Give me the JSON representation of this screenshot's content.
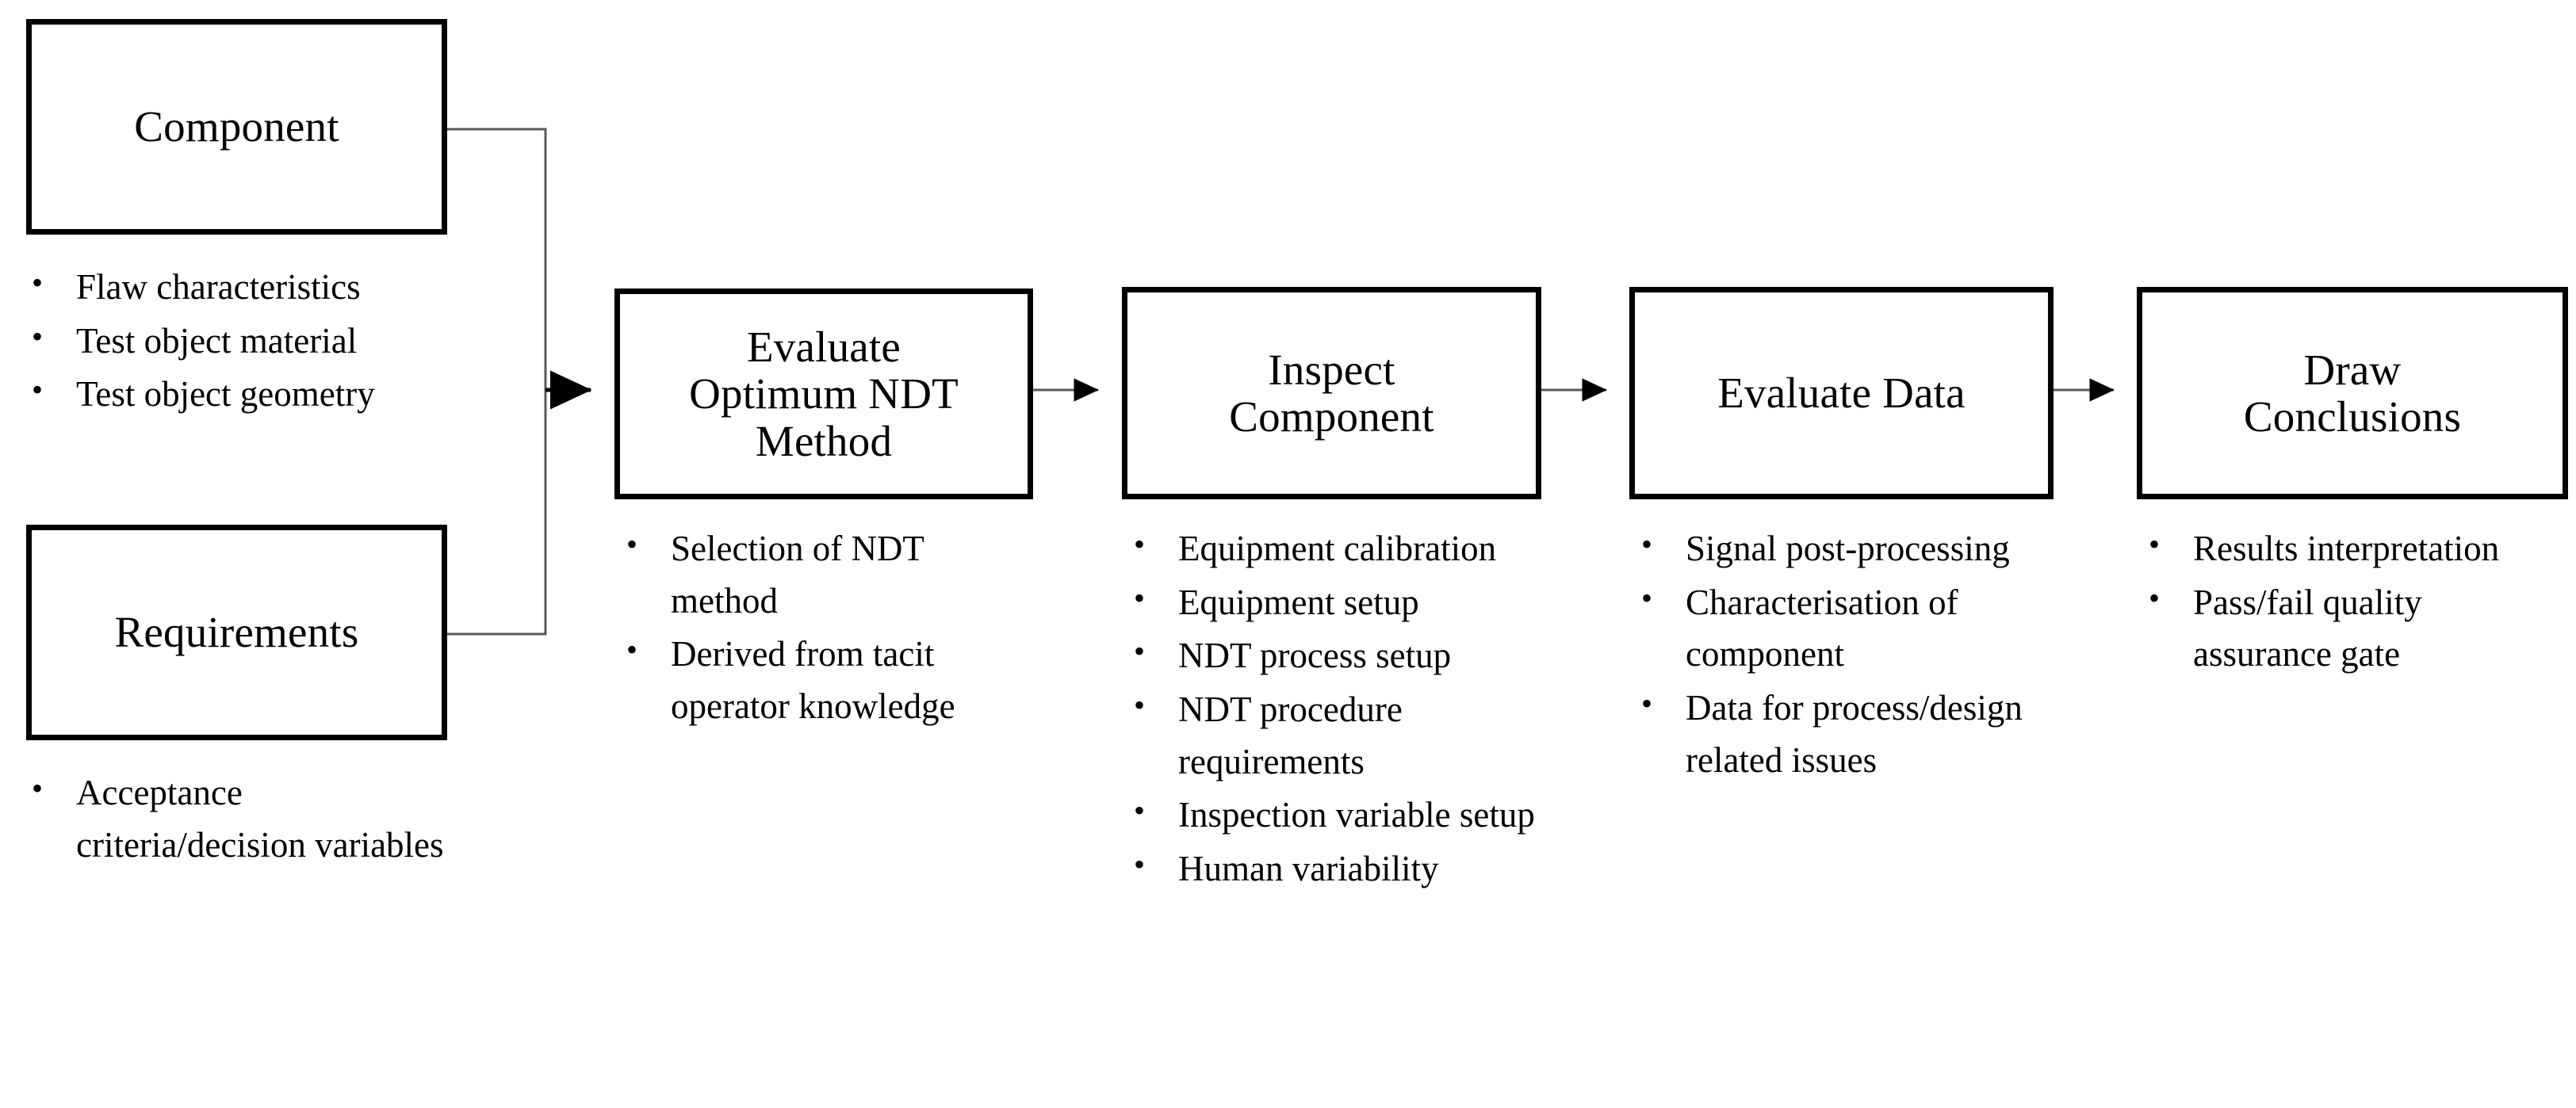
{
  "diagram": {
    "type": "flowchart",
    "orientation": "left-to-right",
    "nodes": [
      {
        "id": "component",
        "title": "Component",
        "bullets": [
          "Flaw characteristics",
          "Test object material",
          "Test object geometry"
        ]
      },
      {
        "id": "requirements",
        "title": "Requirements",
        "bullets": [
          "Acceptance criteria/decision variables"
        ]
      },
      {
        "id": "evaluate-optimum-ndt-method",
        "title": "Evaluate\nOptimum NDT\nMethod",
        "bullets": [
          "Selection of NDT method",
          "Derived from tacit operator knowledge"
        ]
      },
      {
        "id": "inspect-component",
        "title": "Inspect\nComponent",
        "bullets": [
          "Equipment calibration",
          "Equipment setup",
          "NDT process setup",
          "NDT procedure requirements",
          "Inspection variable setup",
          "Human variability"
        ]
      },
      {
        "id": "evaluate-data",
        "title": "Evaluate Data",
        "bullets": [
          "Signal post-processing",
          "Characterisation of component",
          "Data for process/design related issues"
        ]
      },
      {
        "id": "draw-conclusions",
        "title": "Draw\nConclusions",
        "bullets": [
          "Results interpretation",
          "Pass/fail quality assurance gate"
        ]
      }
    ],
    "edges": [
      {
        "from": "component",
        "to": "evaluate-optimum-ndt-method",
        "style": "elbow-merge",
        "arrow": true
      },
      {
        "from": "requirements",
        "to": "evaluate-optimum-ndt-method",
        "style": "elbow-merge",
        "arrow": true
      },
      {
        "from": "evaluate-optimum-ndt-method",
        "to": "inspect-component",
        "style": "straight",
        "arrow": true
      },
      {
        "from": "inspect-component",
        "to": "evaluate-data",
        "style": "straight",
        "arrow": true
      },
      {
        "from": "evaluate-data",
        "to": "draw-conclusions",
        "style": "straight",
        "arrow": true
      }
    ],
    "colors": {
      "box_border": "#000000",
      "connector": "#595959",
      "arrow": "#000000",
      "text": "#000000",
      "background": "#ffffff"
    }
  }
}
